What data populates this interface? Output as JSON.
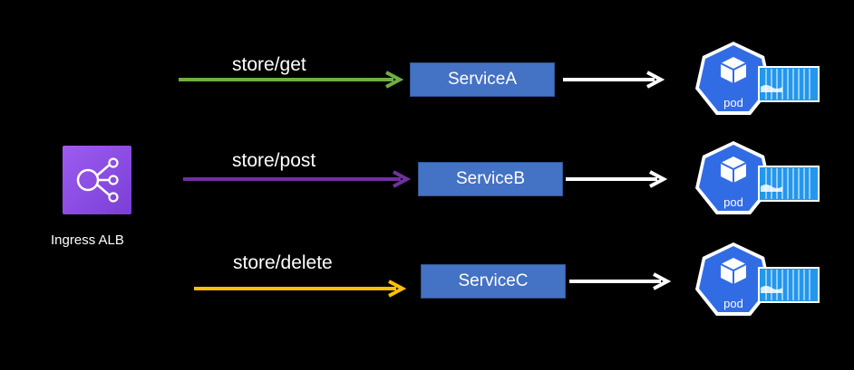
{
  "ingress": {
    "label": "Ingress ALB",
    "tile_color": "#8a4be6",
    "icon": "load-balancer-icon"
  },
  "routes": [
    {
      "path": "store/get",
      "service": "ServiceA",
      "pod_label": "pod",
      "arrow_color": "#70ad47"
    },
    {
      "path": "store/post",
      "service": "ServiceB",
      "pod_label": "pod",
      "arrow_color": "#7030a0"
    },
    {
      "path": "store/delete",
      "service": "ServiceC",
      "pod_label": "pod",
      "arrow_color": "#ffc000"
    }
  ],
  "colors": {
    "background": "#000000",
    "service_box": "#4472c4",
    "pod_heptagon": "#326ce5",
    "container": "#2396ed",
    "connector_arrow": "#ffffff"
  },
  "icons": [
    "load-balancer-icon",
    "kubernetes-pod-icon",
    "docker-container-icon"
  ]
}
